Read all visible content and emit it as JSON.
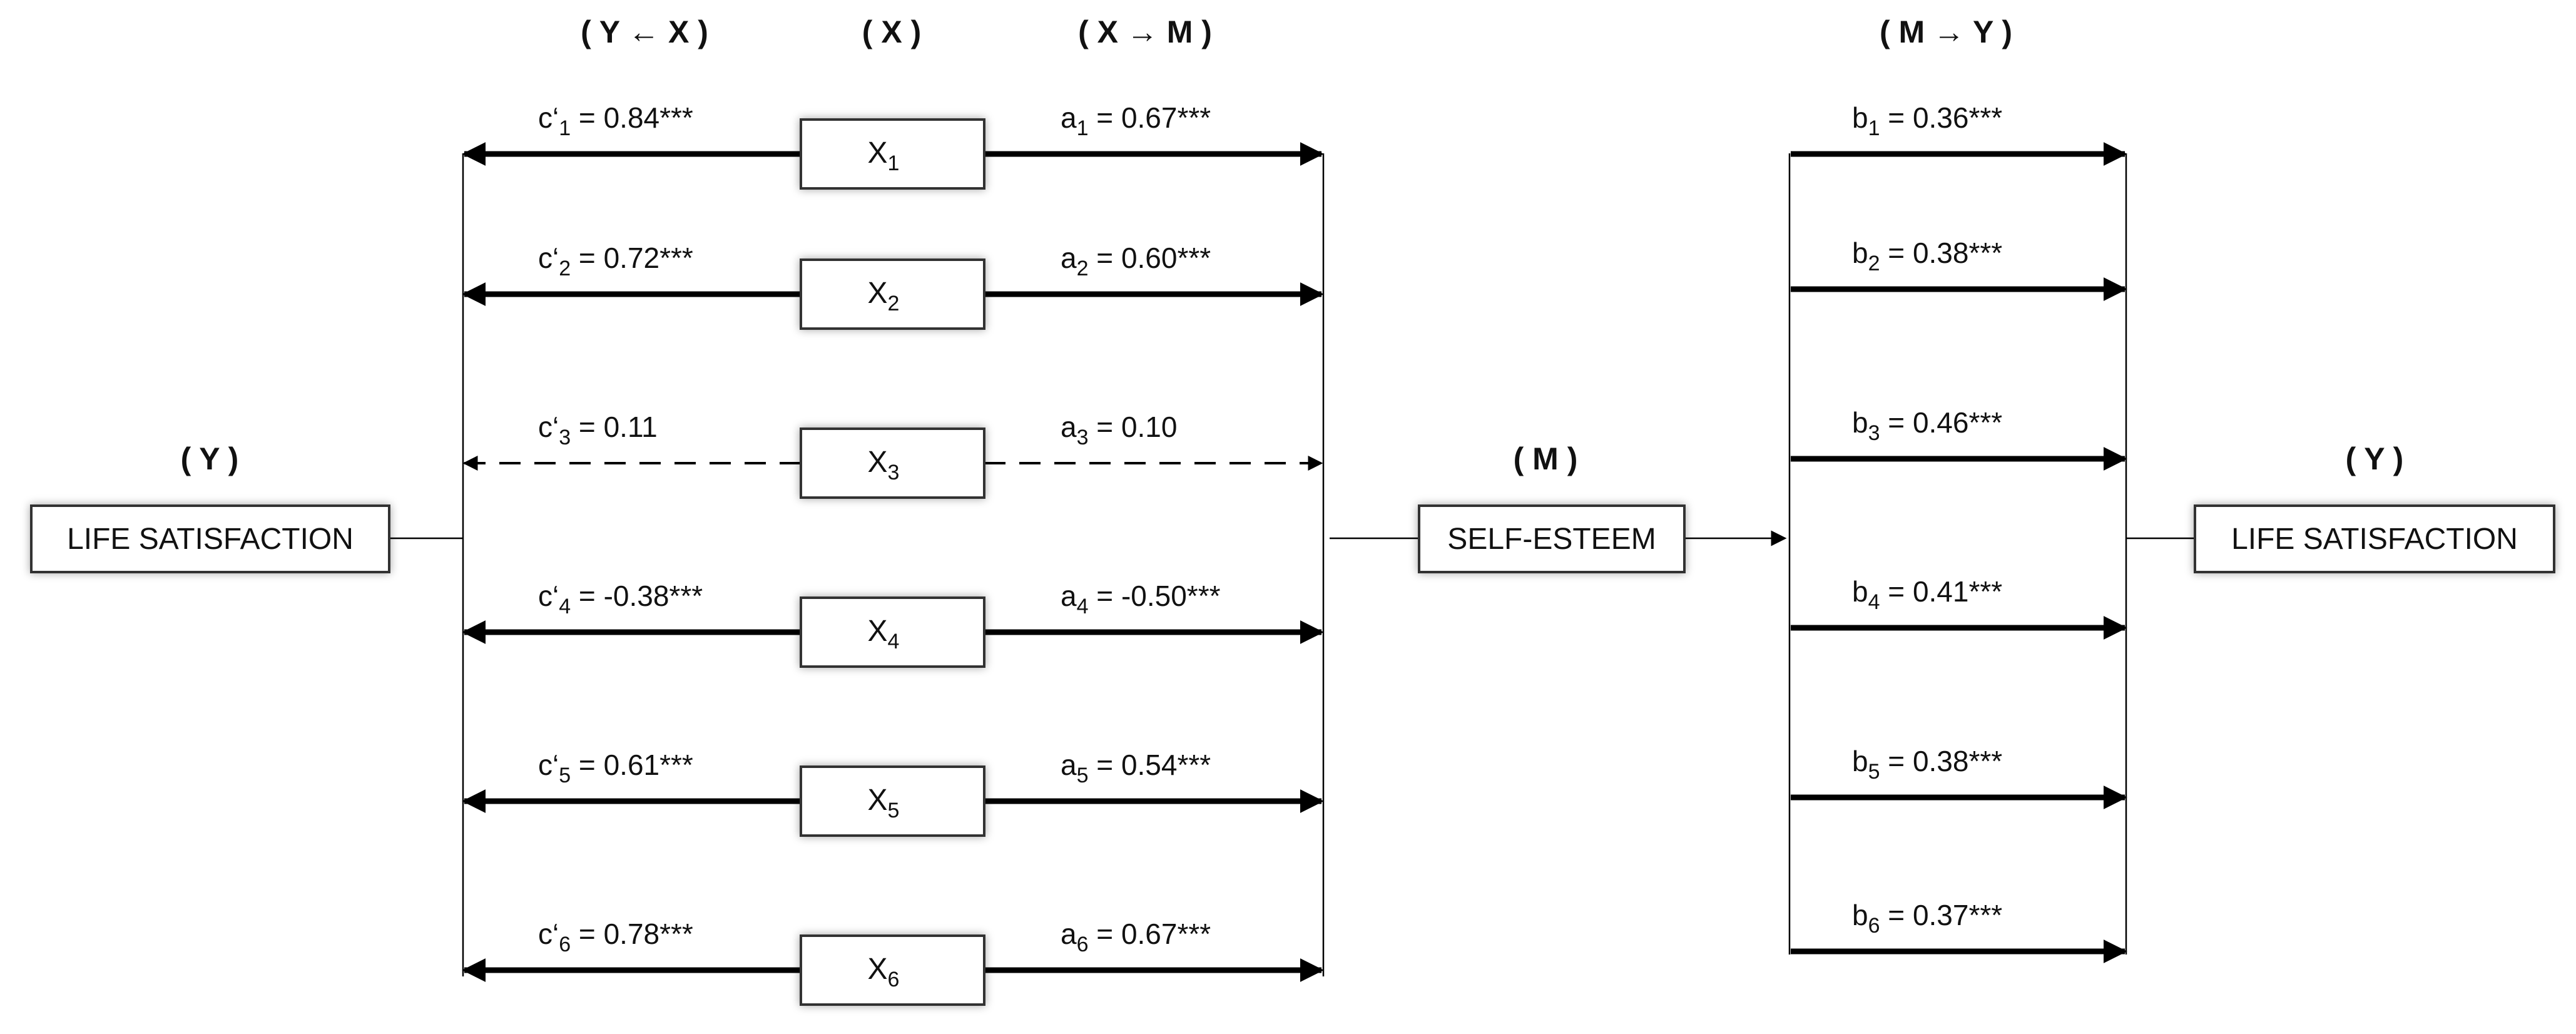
{
  "headers": {
    "y_from_x": "( Y ← X )",
    "x": "( X )",
    "x_to_m": "( X → M )",
    "m_to_y": "( M → Y )",
    "y_left": "( Y )",
    "m": "( M )",
    "y_right": "( Y )"
  },
  "nodes": {
    "life_satisfaction_left": "LIFE SATISFACTION",
    "self_esteem": "SELF-ESTEEM",
    "life_satisfaction_right": "LIFE SATISFACTION"
  },
  "predictors": [
    {
      "box": "X",
      "sub": "1",
      "c_pre": "c‘",
      "c_sub": "1",
      "c_val": " = 0.84***",
      "a_pre": "a",
      "a_sub": "1",
      "a_val": " = 0.67***",
      "b_pre": "b",
      "b_sub": "1",
      "b_val": " = 0.36***",
      "significant": true
    },
    {
      "box": "X",
      "sub": "2",
      "c_pre": "c‘",
      "c_sub": "2",
      "c_val": " = 0.72***",
      "a_pre": "a",
      "a_sub": "2",
      "a_val": " = 0.60***",
      "b_pre": "b",
      "b_sub": "2",
      "b_val": " = 0.38***",
      "significant": true
    },
    {
      "box": "X",
      "sub": "3",
      "c_pre": "c‘",
      "c_sub": "3",
      "c_val": " = 0.11",
      "a_pre": "a",
      "a_sub": "3",
      "a_val": " = 0.10",
      "b_pre": "b",
      "b_sub": "3",
      "b_val": " = 0.46***",
      "significant": false
    },
    {
      "box": "X",
      "sub": "4",
      "c_pre": "c‘",
      "c_sub": "4",
      "c_val": " = -0.38***",
      "a_pre": "a",
      "a_sub": "4",
      "a_val": " = -0.50***",
      "b_pre": "b",
      "b_sub": "4",
      "b_val": " = 0.41***",
      "significant": true
    },
    {
      "box": "X",
      "sub": "5",
      "c_pre": "c‘",
      "c_sub": "5",
      "c_val": " = 0.61***",
      "a_pre": "a",
      "a_sub": "5",
      "a_val": " = 0.54***",
      "b_pre": "b",
      "b_sub": "5",
      "b_val": " = 0.38***",
      "significant": true
    },
    {
      "box": "X",
      "sub": "6",
      "c_pre": "c‘",
      "c_sub": "6",
      "c_val": " = 0.78***",
      "a_pre": "a",
      "a_sub": "6",
      "a_val": " = 0.67***",
      "b_pre": "b",
      "b_sub": "6",
      "b_val": " = 0.37***",
      "significant": true
    }
  ]
}
